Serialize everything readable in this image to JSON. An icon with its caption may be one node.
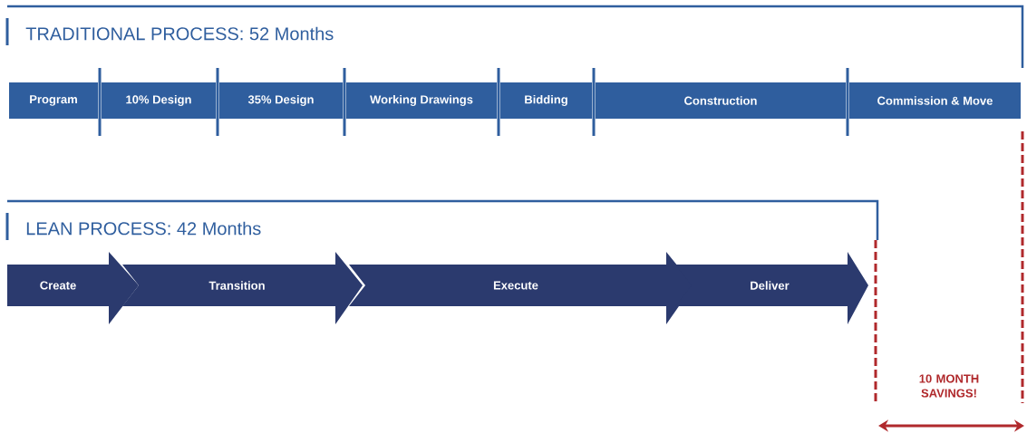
{
  "diagram": {
    "nodes": [
      {
        "text": [
          "TRADITIONAL PROCESS:  52 Months"
        ]
      },
      {
        "text": [
          "Program"
        ]
      },
      {
        "text": [
          "10% Design"
        ]
      },
      {
        "text": [
          "35% Design"
        ]
      },
      {
        "text": [
          "Working Drawings"
        ]
      },
      {
        "text": [
          "Bidding"
        ]
      },
      {
        "text": [
          "Construction"
        ]
      },
      {
        "text": [
          "Commission & Move"
        ]
      },
      {
        "text": [
          "LEAN PROCESS:  42 Months"
        ]
      },
      {
        "text": [
          "Create"
        ]
      },
      {
        "text": [
          "Transition"
        ]
      },
      {
        "text": [
          "Execute"
        ]
      },
      {
        "text": [
          "Deliver"
        ]
      }
    ],
    "labels": [
      "10 MONTH SAVINGS!"
    ]
  }
}
